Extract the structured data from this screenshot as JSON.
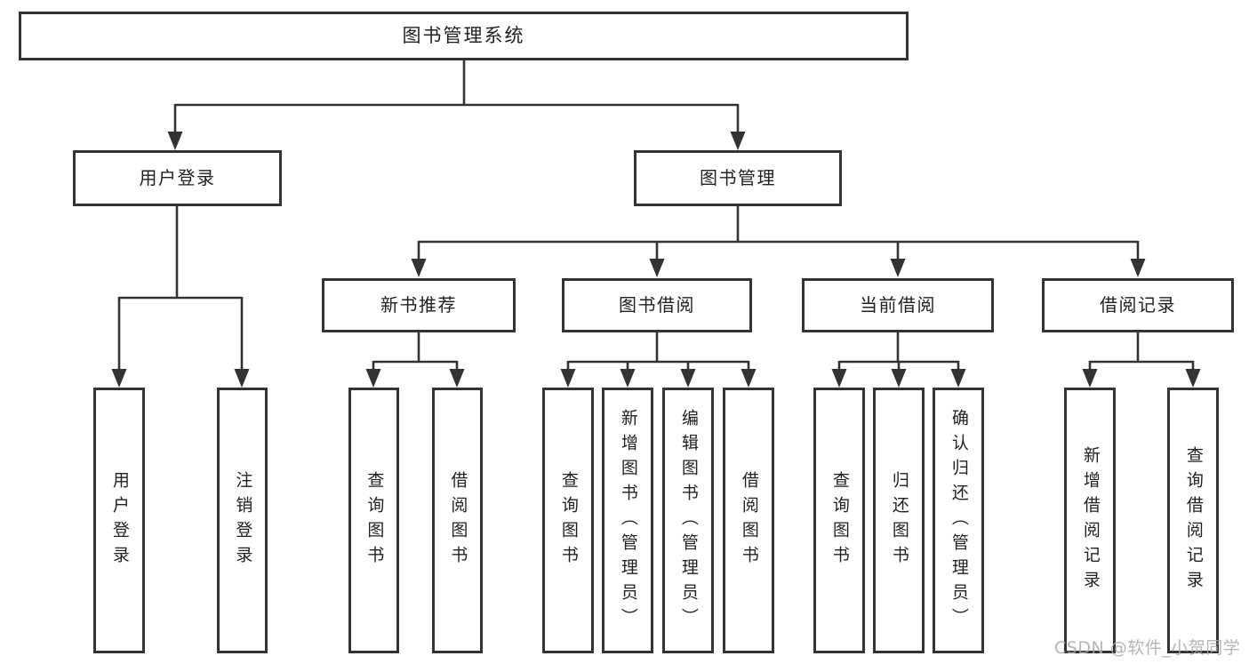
{
  "diagram": {
    "type": "hierarchy-tree",
    "background_color": "#ffffff",
    "line_color": "#333333",
    "text_color": "#222222",
    "watermark": {
      "text": "CSDN @软件_小贺同学",
      "color": "#a9a9a9"
    },
    "root": {
      "label": "图书管理系统",
      "children": [
        {
          "label": "用户登录",
          "children": [
            {
              "label": "用户登录"
            },
            {
              "label": "注销登录"
            }
          ]
        },
        {
          "label": "图书管理",
          "children": [
            {
              "label": "新书推荐",
              "children": [
                {
                  "label": "查询图书"
                },
                {
                  "label": "借阅图书"
                }
              ]
            },
            {
              "label": "图书借阅",
              "children": [
                {
                  "label": "查询图书"
                },
                {
                  "label": "新增图书（管理员）"
                },
                {
                  "label": "编辑图书（管理员）"
                },
                {
                  "label": "借阅图书"
                }
              ]
            },
            {
              "label": "当前借阅",
              "children": [
                {
                  "label": "查询图书"
                },
                {
                  "label": "归还图书"
                },
                {
                  "label": "确认归还（管理员）"
                }
              ]
            },
            {
              "label": "借阅记录",
              "children": [
                {
                  "label": "新增借阅记录"
                },
                {
                  "label": "查询借阅记录"
                }
              ]
            }
          ]
        }
      ]
    }
  }
}
